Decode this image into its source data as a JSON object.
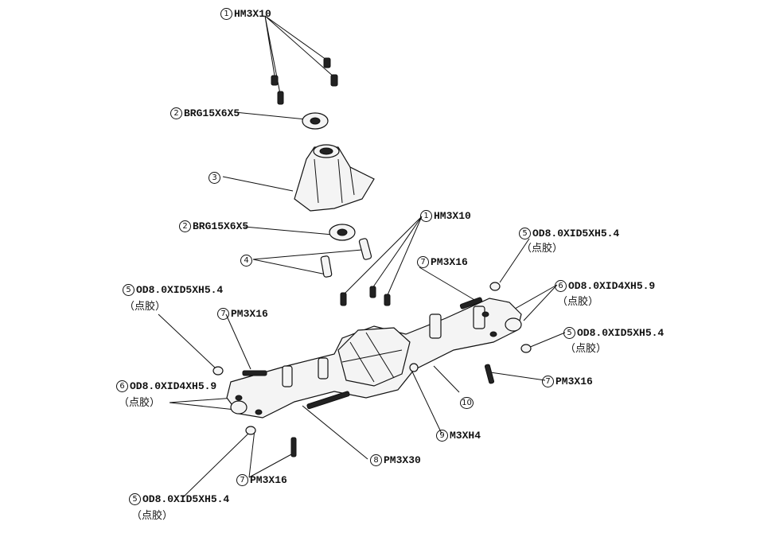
{
  "callouts": [
    {
      "num": "1",
      "text": "HM3X10",
      "note": ""
    },
    {
      "num": "2",
      "text": "BRG15X6X5",
      "note": ""
    },
    {
      "num": "3",
      "text": "",
      "note": ""
    },
    {
      "num": "2",
      "text": "BRG15X6X5",
      "note": ""
    },
    {
      "num": "4",
      "text": "",
      "note": ""
    },
    {
      "num": "1",
      "text": "HM3X10",
      "note": ""
    },
    {
      "num": "5",
      "text": "OD8.0XID5XH5.4",
      "note": "（点胶）"
    },
    {
      "num": "7",
      "text": "PM3X16",
      "note": ""
    },
    {
      "num": "6",
      "text": "OD8.0XID4XH5.9",
      "note": "（点胶）"
    },
    {
      "num": "5",
      "text": "OD8.0XID5XH5.4",
      "note": "（点胶）"
    },
    {
      "num": "7",
      "text": "PM3X16",
      "note": ""
    },
    {
      "num": "5",
      "text": "OD8.0XID5XH5.4",
      "note": "（点胶）"
    },
    {
      "num": "6",
      "text": "OD8.0XID4XH5.9",
      "note": "（点胶）"
    },
    {
      "num": "7",
      "text": "PM3X16",
      "note": ""
    },
    {
      "num": "10",
      "text": "",
      "note": ""
    },
    {
      "num": "9",
      "text": "M3XH4",
      "note": ""
    },
    {
      "num": "8",
      "text": "PM3X30",
      "note": ""
    },
    {
      "num": "7",
      "text": "PM3X16",
      "note": ""
    },
    {
      "num": "5",
      "text": "OD8.0XID5XH5.4",
      "note": "（点胶）"
    }
  ]
}
